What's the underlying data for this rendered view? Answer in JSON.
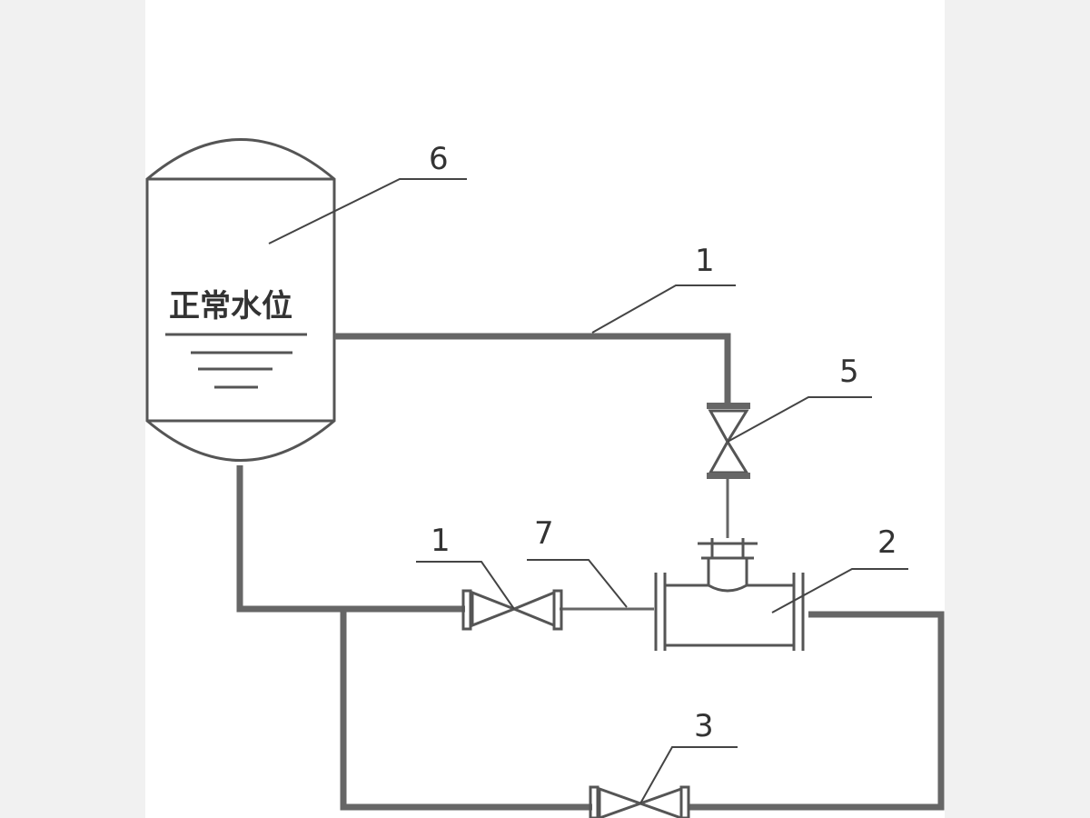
{
  "diagram": {
    "vessel_label": "正常水位",
    "callouts": {
      "vessel": "6",
      "top_pipe": "1",
      "top_valve": "5",
      "inlet_valve": "1",
      "reducer": "7",
      "tee": "2",
      "bypass_valve": "3"
    },
    "colors": {
      "background": "#f1f1f1",
      "panel": "#ffffff",
      "pipe": "#666666",
      "thin_line": "#555555",
      "text": "#333333"
    }
  }
}
